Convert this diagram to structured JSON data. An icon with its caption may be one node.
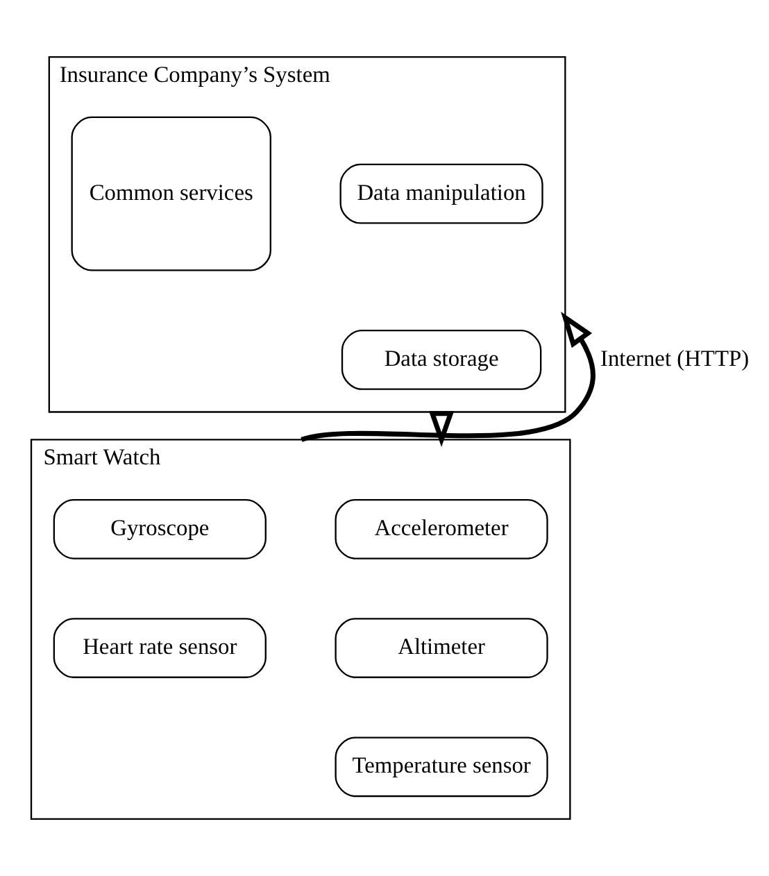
{
  "diagram": {
    "nodes": [
      {
        "text": [
          "Insurance Company’s System"
        ]
      },
      {
        "text": [
          "Data manipulation"
        ],
        "in": 0
      },
      {
        "text": [
          "Data storage"
        ],
        "in": 0
      },
      {
        "text": [
          "Common services"
        ],
        "in": 0
      },
      {
        "text": [
          "Smart Watch"
        ]
      },
      {
        "text": [
          "Accelerometer"
        ],
        "in": 4
      },
      {
        "text": [
          "Gyroscope"
        ],
        "in": 4
      },
      {
        "text": [
          "Altimeter"
        ],
        "in": 4
      },
      {
        "text": [
          "Heart rate sensor"
        ],
        "in": 4
      },
      {
        "text": [
          "Temperature sensor"
        ],
        "in": 4
      }
    ],
    "edges": [
      {
        "from": 0,
        "to": 4,
        "arrow": "to"
      },
      {
        "from": 4,
        "to": 0,
        "arrow": "to",
        "label": "Internet (HTTP)"
      }
    ]
  }
}
